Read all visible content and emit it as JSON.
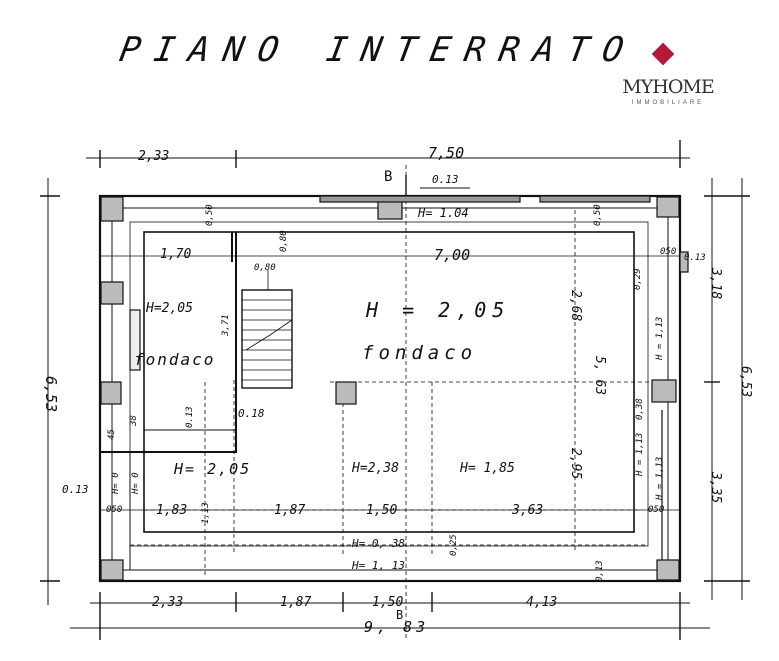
{
  "title": "PIANO INTERRATO",
  "logo": {
    "brand": "MYHOME",
    "sub": "IMMOBILIARE",
    "accent": "#b2193a"
  },
  "dims": {
    "top_total": "7,50",
    "top_left": "2,33",
    "b_mark_top": "B",
    "b_h013": "0.13",
    "h104": "H= 1.04",
    "inner_170": "1,70",
    "inner_700": "7,00",
    "h205_main": "H = 2,05",
    "fondaco_main": "fondaco",
    "h205_left": "H=2,05",
    "fondaco_left": "fondaco",
    "v371": "3,71",
    "v050a": "0,50",
    "v080": "0,80",
    "v080b": "0,80",
    "d018": "0.18",
    "d013b": "0.13",
    "h205_low": "H= 2,05",
    "h238": "H=2,38",
    "h185": "H= 1,85",
    "d013_left": "0.13",
    "d045": "45",
    "d038": "38",
    "h0_left": "H= 0",
    "h0_left2": "H= 0",
    "b183": "1,83",
    "b187": "1,87",
    "b150": "1,50",
    "b363": "3,63",
    "v113": "1,13",
    "h038": "H= 0, 38",
    "h113": "H= 1, 13",
    "v268": "2,68",
    "v563": "5, 63",
    "v295": "2,95",
    "v038r": "0,38",
    "h113r": "H = 1,13",
    "h113r2": "H = 1,13",
    "h113r3": "H = 1,13",
    "v029": "0,29",
    "r013": "0.13",
    "r318": "3,18",
    "r335": "3,35",
    "r653": "6,53",
    "l653": "6,53",
    "bot_233": "2,33",
    "bot_187": "1,87",
    "bot_150": "1,50",
    "bot_413": "4,13",
    "bot_total": "9, 83",
    "b_mark_bot": "B",
    "v050r": "0,50",
    "d050": "050",
    "d050b": "050",
    "d050c": "050",
    "v025": "0,25",
    "v013": "0,13"
  }
}
